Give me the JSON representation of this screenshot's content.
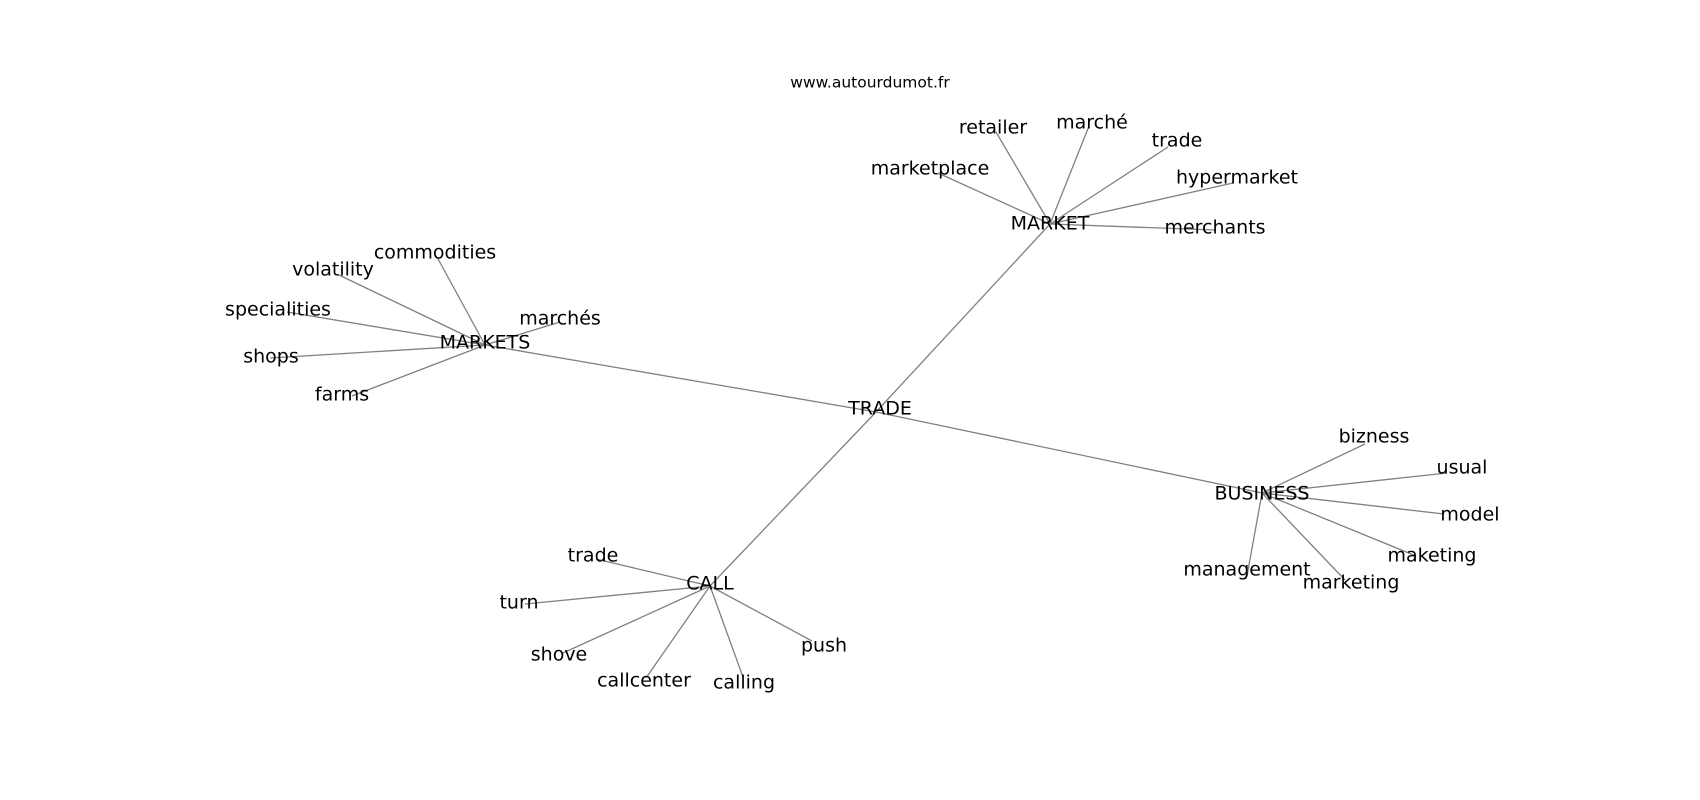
{
  "source": "www.autourdumot.fr",
  "edge_color": "#808080",
  "text_color": "#000000",
  "graph": {
    "center": "TRADE",
    "hubs": [
      {
        "label": "MARKET",
        "leaves": [
          "retailer",
          "marché",
          "trade",
          "marketplace",
          "hypermarket",
          "merchants"
        ]
      },
      {
        "label": "MARKETS",
        "leaves": [
          "commodities",
          "volatility",
          "specialities",
          "marchés",
          "shops",
          "farms"
        ]
      },
      {
        "label": "BUSINESS",
        "leaves": [
          "bizness",
          "usual",
          "model",
          "maketing",
          "marketing",
          "management"
        ]
      },
      {
        "label": "CALL",
        "leaves": [
          "trade",
          "turn",
          "shove",
          "callcenter",
          "calling",
          "push"
        ]
      }
    ]
  }
}
